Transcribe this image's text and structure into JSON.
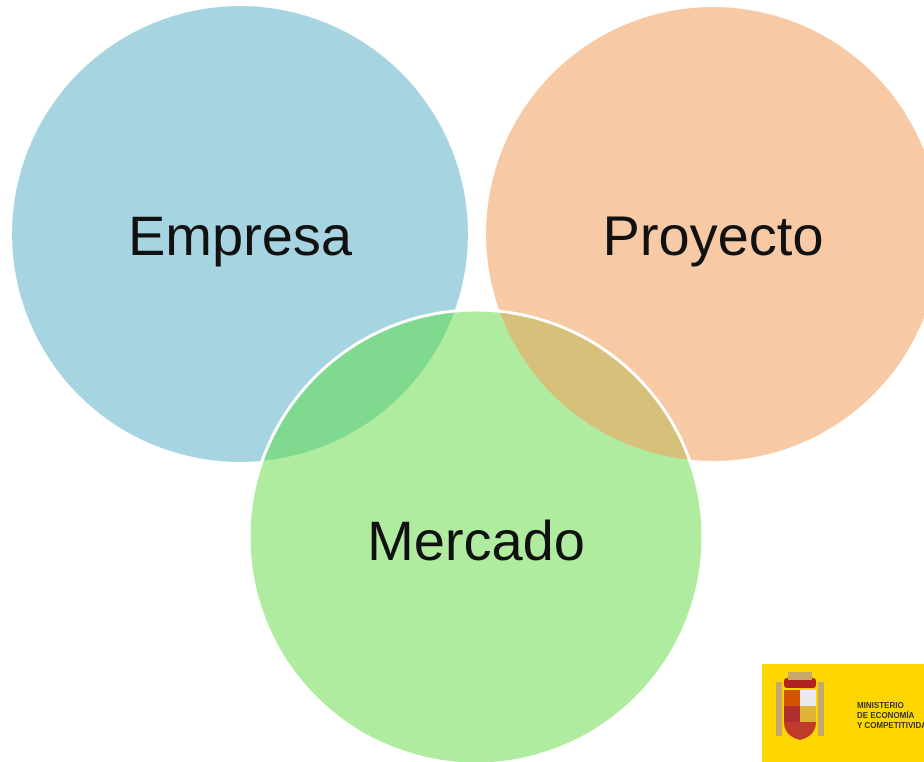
{
  "diagram": {
    "type": "venn",
    "circles": [
      {
        "id": "empresa",
        "label": "Empresa",
        "color": "#a6d5e1"
      },
      {
        "id": "proyecto",
        "label": "Proyecto",
        "color": "#f7c9a4"
      },
      {
        "id": "mercado",
        "label": "Mercado",
        "color": "#b0ec9f"
      }
    ],
    "overlap_colors": {
      "empresa_mercado": "#7fd98f",
      "proyecto_mercado": "#d6c07a"
    }
  },
  "logo": {
    "name": "ministerio-economia-logo",
    "background_color": "#ffd700",
    "text_lines": [
      "MINISTERIO",
      "DE ECONOMÍA",
      "Y COMPETITIVIDAD"
    ]
  }
}
